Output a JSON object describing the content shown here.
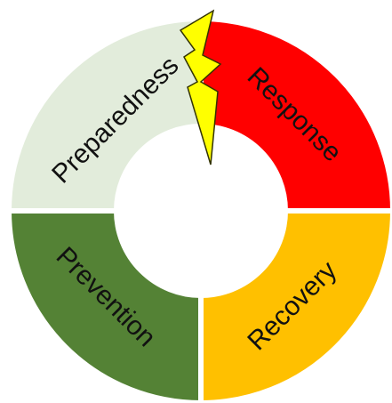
{
  "diagram": {
    "segments": [
      {
        "id": "preparedness",
        "label": "Preparedness",
        "color": "#e2ecdb"
      },
      {
        "id": "response",
        "label": "Response",
        "color": "#ff0000"
      },
      {
        "id": "recovery",
        "label": "Recovery",
        "color": "#ffc000"
      },
      {
        "id": "prevention",
        "label": "Prevention",
        "color": "#548235"
      }
    ],
    "lightning": {
      "icon": "lightning-bolt-icon",
      "color": "#ffff00"
    },
    "center_color": "#ffffff"
  }
}
